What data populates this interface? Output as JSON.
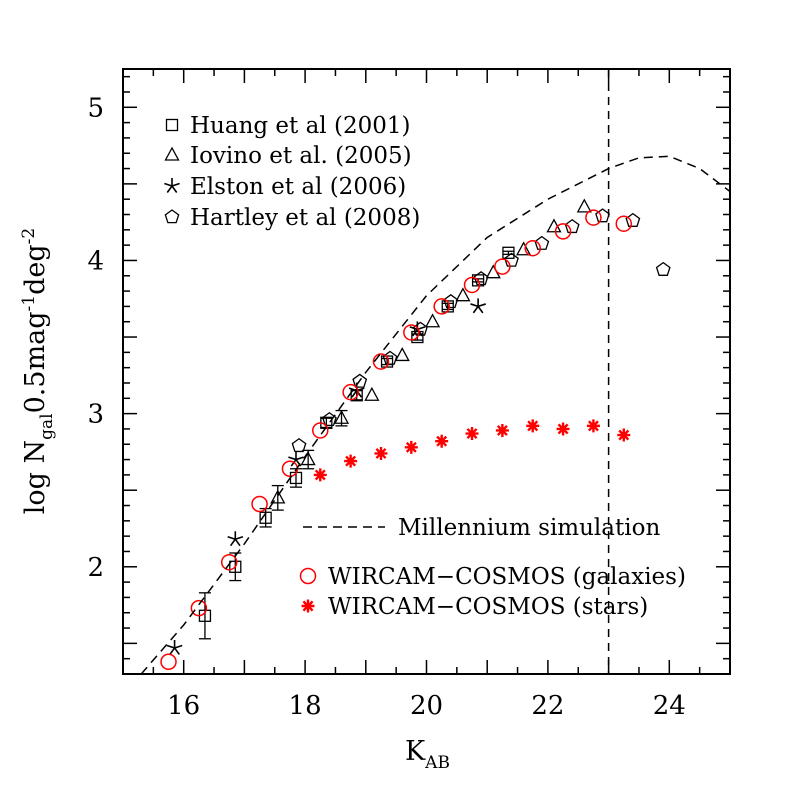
{
  "chart_data": {
    "type": "scatter",
    "xlabel": {
      "main": "K",
      "sub": "AB"
    },
    "ylabel": {
      "pre": "log N",
      "sub": "gal",
      "mid": "0.5mag",
      "sup1": "-1",
      "mid2": "deg",
      "sup2": "-2"
    },
    "xlim": [
      15.0,
      25.0
    ],
    "ylim": [
      1.3,
      5.25
    ],
    "x_ticks": [
      16,
      18,
      20,
      22,
      24
    ],
    "y_ticks": [
      2,
      3,
      4,
      5
    ],
    "vertical_line": {
      "x": 23.0,
      "style": "dashed"
    },
    "colors": {
      "black": "#000000",
      "red": "#ff0000"
    },
    "series": [
      {
        "name": "Huang et al (2001)",
        "marker": "square",
        "color": "#000000",
        "points": [
          {
            "x": 16.35,
            "y": 1.68,
            "err": 0.15
          },
          {
            "x": 16.85,
            "y": 2.0,
            "err": 0.09
          },
          {
            "x": 17.35,
            "y": 2.32,
            "err": 0.06
          },
          {
            "x": 17.85,
            "y": 2.58,
            "err": 0.06
          },
          {
            "x": 18.35,
            "y": 2.94,
            "err": 0.03
          },
          {
            "x": 18.85,
            "y": 3.12,
            "err": 0.03
          },
          {
            "x": 19.35,
            "y": 3.34,
            "err": 0.02
          },
          {
            "x": 19.85,
            "y": 3.5,
            "err": 0.02
          },
          {
            "x": 20.35,
            "y": 3.7,
            "err": 0.02
          },
          {
            "x": 20.85,
            "y": 3.87,
            "err": 0.01
          },
          {
            "x": 21.35,
            "y": 4.05,
            "err": 0.01
          }
        ]
      },
      {
        "name": "Iovino et al. (2005)",
        "marker": "triangle",
        "color": "#000000",
        "points": [
          {
            "x": 17.55,
            "y": 2.45,
            "err": 0.08
          },
          {
            "x": 18.05,
            "y": 2.7,
            "err": 0.06
          },
          {
            "x": 18.6,
            "y": 2.97,
            "err": 0.05
          },
          {
            "x": 19.1,
            "y": 3.12,
            "err": 0.0
          },
          {
            "x": 19.6,
            "y": 3.38,
            "err": 0.0
          },
          {
            "x": 20.1,
            "y": 3.6,
            "err": 0.0
          },
          {
            "x": 20.6,
            "y": 3.77,
            "err": 0.0
          },
          {
            "x": 21.1,
            "y": 3.92,
            "err": 0.0
          },
          {
            "x": 21.6,
            "y": 4.07,
            "err": 0.0
          },
          {
            "x": 22.1,
            "y": 4.22,
            "err": 0.0
          },
          {
            "x": 22.6,
            "y": 4.35,
            "err": 0.0
          }
        ]
      },
      {
        "name": "Elston et al (2006)",
        "marker": "star",
        "color": "#000000",
        "points": [
          {
            "x": 15.85,
            "y": 1.47
          },
          {
            "x": 16.85,
            "y": 2.18
          },
          {
            "x": 17.85,
            "y": 2.7
          },
          {
            "x": 18.85,
            "y": 3.15
          },
          {
            "x": 19.85,
            "y": 3.55
          },
          {
            "x": 20.85,
            "y": 3.7
          }
        ]
      },
      {
        "name": "Hartley et al (2008)",
        "marker": "pentagon",
        "color": "#000000",
        "points": [
          {
            "x": 17.9,
            "y": 2.79
          },
          {
            "x": 18.4,
            "y": 2.96
          },
          {
            "x": 18.9,
            "y": 3.21
          },
          {
            "x": 19.4,
            "y": 3.36
          },
          {
            "x": 19.9,
            "y": 3.55
          },
          {
            "x": 20.4,
            "y": 3.73
          },
          {
            "x": 20.9,
            "y": 3.88
          },
          {
            "x": 21.4,
            "y": 4.0
          },
          {
            "x": 21.9,
            "y": 4.11
          },
          {
            "x": 22.4,
            "y": 4.22
          },
          {
            "x": 22.9,
            "y": 4.29
          },
          {
            "x": 23.4,
            "y": 4.26
          },
          {
            "x": 23.9,
            "y": 3.94
          }
        ]
      },
      {
        "name": "WIRCAM−COSMOS (galaxies)",
        "marker": "circle",
        "color": "#ff0000",
        "points": [
          {
            "x": 15.75,
            "y": 1.38
          },
          {
            "x": 16.25,
            "y": 1.73
          },
          {
            "x": 16.75,
            "y": 2.03
          },
          {
            "x": 17.25,
            "y": 2.41
          },
          {
            "x": 17.75,
            "y": 2.64
          },
          {
            "x": 18.25,
            "y": 2.89
          },
          {
            "x": 18.75,
            "y": 3.14
          },
          {
            "x": 19.25,
            "y": 3.34
          },
          {
            "x": 19.75,
            "y": 3.53
          },
          {
            "x": 20.25,
            "y": 3.7
          },
          {
            "x": 20.75,
            "y": 3.84
          },
          {
            "x": 21.25,
            "y": 3.96
          },
          {
            "x": 21.75,
            "y": 4.08
          },
          {
            "x": 22.25,
            "y": 4.19
          },
          {
            "x": 22.75,
            "y": 4.28
          },
          {
            "x": 23.25,
            "y": 4.24
          }
        ]
      },
      {
        "name": "WIRCAM−COSMOS (stars)",
        "marker": "asterisk",
        "color": "#ff0000",
        "points": [
          {
            "x": 18.25,
            "y": 2.6
          },
          {
            "x": 18.75,
            "y": 2.69
          },
          {
            "x": 19.25,
            "y": 2.74
          },
          {
            "x": 19.75,
            "y": 2.78
          },
          {
            "x": 20.25,
            "y": 2.82
          },
          {
            "x": 20.75,
            "y": 2.87
          },
          {
            "x": 21.25,
            "y": 2.89
          },
          {
            "x": 21.75,
            "y": 2.92
          },
          {
            "x": 22.25,
            "y": 2.9
          },
          {
            "x": 22.75,
            "y": 2.92
          },
          {
            "x": 23.25,
            "y": 2.86
          }
        ]
      },
      {
        "name": "Millennium simulation",
        "marker": "dashed-line",
        "color": "#000000",
        "points": [
          {
            "x": 15.3,
            "y": 1.3
          },
          {
            "x": 16.0,
            "y": 1.62
          },
          {
            "x": 17.0,
            "y": 2.15
          },
          {
            "x": 18.0,
            "y": 2.72
          },
          {
            "x": 19.0,
            "y": 3.27
          },
          {
            "x": 20.0,
            "y": 3.77
          },
          {
            "x": 21.0,
            "y": 4.15
          },
          {
            "x": 22.0,
            "y": 4.4
          },
          {
            "x": 23.0,
            "y": 4.6
          },
          {
            "x": 23.5,
            "y": 4.67
          },
          {
            "x": 24.0,
            "y": 4.68
          },
          {
            "x": 24.5,
            "y": 4.6
          },
          {
            "x": 25.0,
            "y": 4.45
          }
        ]
      }
    ],
    "legend_upper_order": [
      0,
      1,
      2,
      3
    ],
    "legend_lower_order": [
      6,
      4,
      5
    ]
  }
}
